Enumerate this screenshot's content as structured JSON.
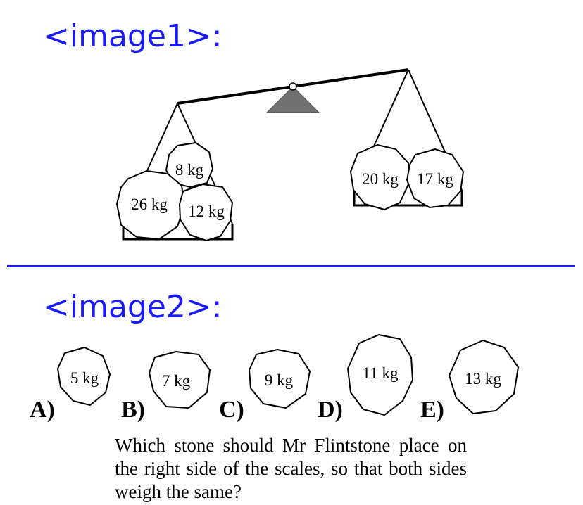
{
  "headings": {
    "image1": "<image1>:",
    "image2": "<image2>:"
  },
  "scale": {
    "left_stones": [
      "8 kg",
      "26 kg",
      "12 kg"
    ],
    "right_stones": [
      "20 kg",
      "17 kg"
    ]
  },
  "options": [
    {
      "letter": "A)",
      "weight": "5 kg"
    },
    {
      "letter": "B)",
      "weight": "7 kg"
    },
    {
      "letter": "C)",
      "weight": "9 kg"
    },
    {
      "letter": "D)",
      "weight": "11 kg"
    },
    {
      "letter": "E)",
      "weight": "13 kg"
    }
  ],
  "question": "Which stone should Mr Flintstone place on the right side of the scales, so that both sides weigh the same?"
}
